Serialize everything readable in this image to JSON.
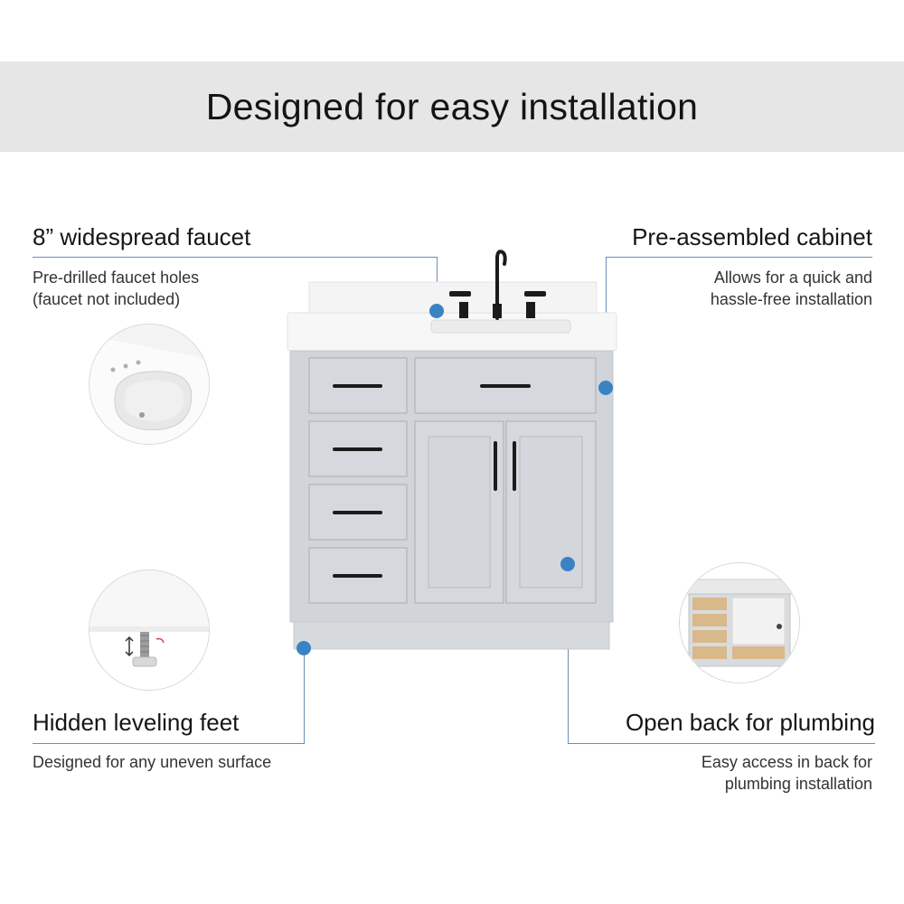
{
  "banner": {
    "title": "Designed for easy installation"
  },
  "colors": {
    "accent": "#3b82c4",
    "cabinet": "#d1d5d9",
    "countertop": "#f7f7f7",
    "hardware": "#1b1b1b",
    "banner_bg": "#e6e6e6"
  },
  "features": {
    "faucet": {
      "heading": "8” widespread faucet",
      "subtitle": "Pre-drilled faucet holes\n(faucet not included)"
    },
    "cabinet": {
      "heading": "Pre-assembled cabinet",
      "subtitle": "Allows for  a quick and\nhassle-free installation"
    },
    "feet": {
      "heading": "Hidden leveling feet",
      "subtitle": "Designed for any uneven surface"
    },
    "plumbing": {
      "heading": "Open back for plumbing",
      "subtitle": "Easy access in back for\nplumbing installation"
    }
  },
  "icons": {
    "callout_marker": "blue-dot",
    "detail_sink": "sink-closeup",
    "detail_feet": "leveling-foot-closeup",
    "detail_back": "open-back-closeup"
  }
}
